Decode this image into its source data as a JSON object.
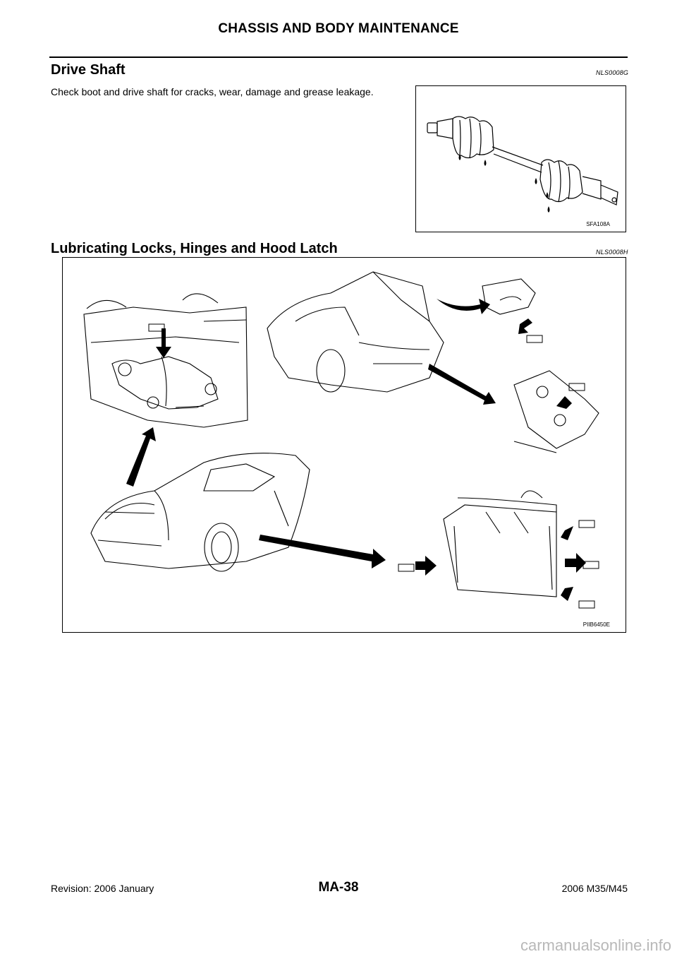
{
  "header": {
    "title": "CHASSIS AND BODY MAINTENANCE"
  },
  "sections": {
    "drive_shaft": {
      "title": "Drive Shaft",
      "code": "NLS0008G",
      "text": "Check boot and drive shaft for cracks, wear, damage and grease leakage.",
      "figure_label": "SFA108A"
    },
    "lubricating": {
      "title": "Lubricating Locks, Hinges and Hood Latch",
      "code": "NLS0008H",
      "figure_label": "PIIB6450E"
    }
  },
  "footer": {
    "revision": "Revision: 2006 January",
    "page": "MA-38",
    "model": "2006 M35/M45"
  },
  "watermark": "carmanualsonline.info"
}
